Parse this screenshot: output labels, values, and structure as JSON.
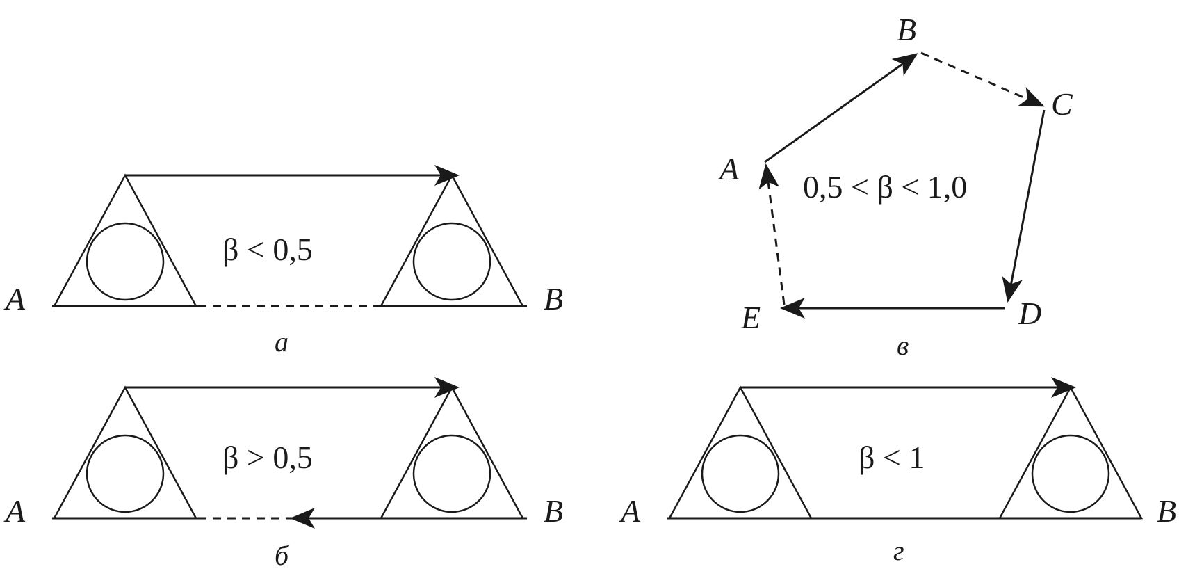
{
  "panel_a": {
    "condition": "β < 0,5",
    "left_label": "A",
    "right_label": "B",
    "caption": "a"
  },
  "panel_b": {
    "condition": "β > 0,5",
    "left_label": "A",
    "right_label": "B",
    "caption": "б"
  },
  "panel_c": {
    "condition": "0,5 < β < 1,0",
    "points": {
      "a": "A",
      "b": "B",
      "c": "C",
      "d": "D",
      "e": "E"
    },
    "caption": "в"
  },
  "panel_d": {
    "condition": "β < 1",
    "left_label": "A",
    "right_label": "B",
    "caption": "г"
  },
  "colors": {
    "ink": "#1a1a1a",
    "background": "#ffffff"
  },
  "icons": [
    "station-symbol",
    "arrow-head"
  ]
}
